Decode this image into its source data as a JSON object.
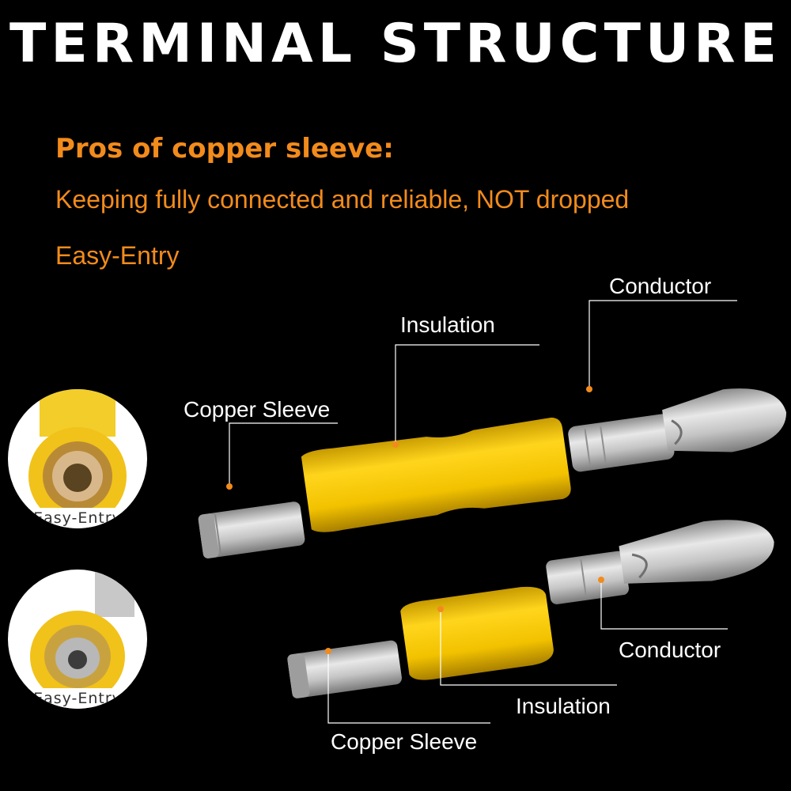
{
  "title": "TERMINAL STRUCTURE",
  "pros": {
    "heading": "Pros of copper sleeve:",
    "lines": [
      "Keeping fully connected and reliable, NOT dropped",
      "Easy-Entry"
    ]
  },
  "top_terminal": {
    "conductor": "Conductor",
    "insulation": "Insulation",
    "copper_sleeve": "Copper Sleeve"
  },
  "bottom_terminal": {
    "conductor": "Conductor",
    "insulation": "Insulation",
    "copper_sleeve": "Copper Sleeve"
  },
  "insets": [
    {
      "label": "Easy-Entry"
    },
    {
      "label": "Easy-Entry"
    }
  ],
  "colors": {
    "background": "#000000",
    "accent": "#f28b1c",
    "insulation": "#f5c400",
    "metal": "#b9b9b9"
  }
}
